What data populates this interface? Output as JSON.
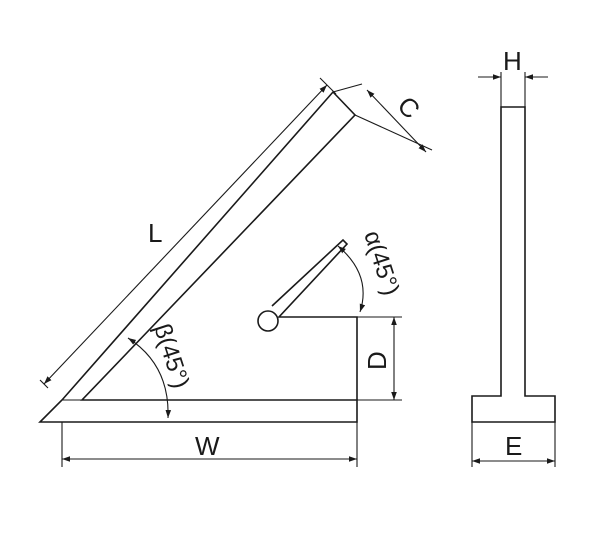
{
  "diagram": {
    "labels": {
      "length": "L",
      "width": "W",
      "blade_width": "C",
      "depth": "D",
      "thickness": "H",
      "base_width": "E",
      "angle_alpha": "α(45°)",
      "angle_beta": "β(45°)"
    },
    "stroke_color": "#1a1a1a",
    "background_color": "#ffffff"
  }
}
